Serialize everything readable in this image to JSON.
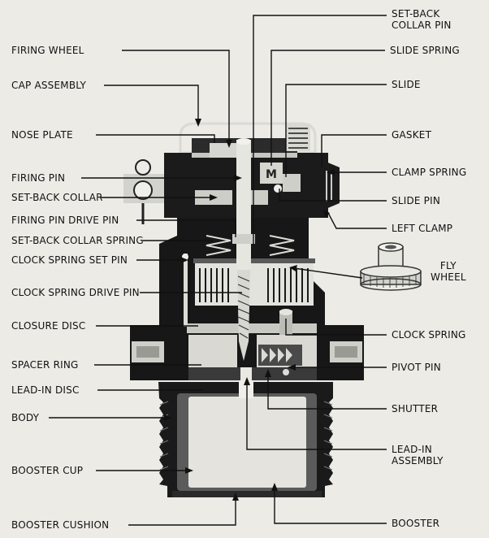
{
  "left_labels": [
    {
      "id": "firing-wheel",
      "text": "FIRING WHEEL"
    },
    {
      "id": "cap-assembly",
      "text": "CAP ASSEMBLY"
    },
    {
      "id": "nose-plate",
      "text": "NOSE PLATE"
    },
    {
      "id": "firing-pin",
      "text": "FIRING PIN"
    },
    {
      "id": "set-back-collar",
      "text": "SET-BACK COLLAR"
    },
    {
      "id": "firing-pin-drive-pin",
      "text": "FIRING PIN DRIVE PIN"
    },
    {
      "id": "set-back-collar-spring",
      "text": "SET-BACK COLLAR SPRING"
    },
    {
      "id": "clock-spring-set-pin",
      "text": "CLOCK SPRING SET PIN"
    },
    {
      "id": "clock-spring-drive-pin",
      "text": "CLOCK SPRING DRIVE PIN"
    },
    {
      "id": "closure-disc",
      "text": "CLOSURE DISC"
    },
    {
      "id": "spacer-ring",
      "text": "SPACER RING"
    },
    {
      "id": "lead-in-disc",
      "text": "LEAD-IN DISC"
    },
    {
      "id": "body",
      "text": "BODY"
    },
    {
      "id": "booster-cup",
      "text": "BOOSTER CUP"
    },
    {
      "id": "booster-cushion",
      "text": "BOOSTER CUSHION"
    }
  ],
  "right_labels": [
    {
      "id": "set-back-collar-pin",
      "lines": [
        "SET-BACK",
        "COLLAR PIN"
      ]
    },
    {
      "id": "slide-spring",
      "lines": [
        "SLIDE SPRING"
      ]
    },
    {
      "id": "slide",
      "lines": [
        "SLIDE"
      ]
    },
    {
      "id": "gasket",
      "lines": [
        "GASKET"
      ]
    },
    {
      "id": "clamp-spring",
      "lines": [
        "CLAMP SPRING"
      ]
    },
    {
      "id": "slide-pin",
      "lines": [
        "SLIDE PIN"
      ]
    },
    {
      "id": "left-clamp",
      "lines": [
        "LEFT CLAMP"
      ]
    },
    {
      "id": "fly-wheel",
      "lines": [
        "FLY",
        "WHEEL"
      ]
    },
    {
      "id": "clock-spring",
      "lines": [
        "CLOCK SPRING"
      ]
    },
    {
      "id": "pivot-pin",
      "lines": [
        "PIVOT PIN"
      ]
    },
    {
      "id": "shutter",
      "lines": [
        "SHUTTER"
      ]
    },
    {
      "id": "lead-in-assembly",
      "lines": [
        "LEAD-IN",
        "ASSEMBLY"
      ]
    },
    {
      "id": "booster",
      "lines": [
        "BOOSTER"
      ]
    }
  ]
}
